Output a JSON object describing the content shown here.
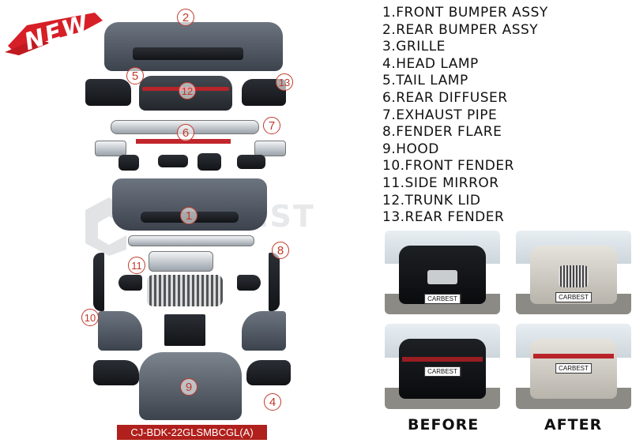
{
  "banner": {
    "text": "NEW"
  },
  "watermark": {
    "text": "CARBEST"
  },
  "parts_list": [
    "1.FRONT BUMPER ASSY",
    "2.REAR BUMPER ASSY",
    "3.GRILLE",
    "4.HEAD LAMP",
    "5.TAIL LAMP",
    "6.REAR DIFFUSER",
    "7.EXHAUST PIPE",
    "8.FENDER FLARE",
    "9.HOOD",
    "10.FRONT FENDER",
    "11.SIDE MIRROR",
    "12.TRUNK LID",
    "13.REAR FENDER"
  ],
  "callouts": [
    "2",
    "5",
    "13",
    "12",
    "6",
    "7",
    "1",
    "8",
    "11",
    "10",
    "9",
    "4"
  ],
  "product_code": "CJ-BDK-22GLSMBCGL(A)",
  "photos": {
    "plate_text": "CARBEST",
    "before_label": "BEFORE",
    "after_label": "AFTER"
  },
  "colors": {
    "badge": "#c0392b",
    "banner": "#d61f26",
    "code_bg": "#b0201c"
  }
}
